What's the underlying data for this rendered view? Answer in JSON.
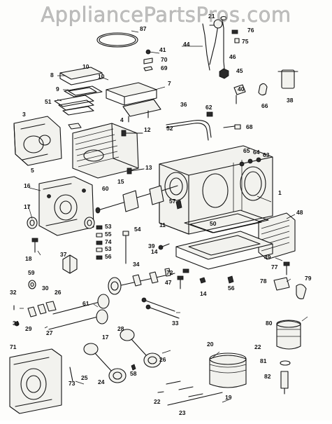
{
  "watermark": "AppliancePartsPros.com",
  "labels": [
    "87",
    "21",
    "76",
    "75",
    "41",
    "70",
    "69",
    "44",
    "46",
    "45",
    "8",
    "10",
    "10",
    "7",
    "9",
    "40",
    "38",
    "51",
    "36",
    "62",
    "66",
    "3",
    "4",
    "12",
    "52",
    "68",
    "5",
    "65",
    "64",
    "63",
    "1",
    "13",
    "16",
    "60",
    "15",
    "57",
    "17",
    "48",
    "53",
    "54",
    "55",
    "74",
    "53",
    "56",
    "11",
    "50",
    "39",
    "49",
    "18",
    "14",
    "37",
    "34",
    "72",
    "77",
    "59",
    "47",
    "78",
    "79",
    "56",
    "14",
    "32",
    "30",
    "26",
    "31",
    "29",
    "27",
    "61",
    "80",
    "17",
    "33",
    "28",
    "22",
    "71",
    "20",
    "25",
    "24",
    "58",
    "81",
    "73",
    "26",
    "23",
    "19",
    "82",
    "22"
  ]
}
